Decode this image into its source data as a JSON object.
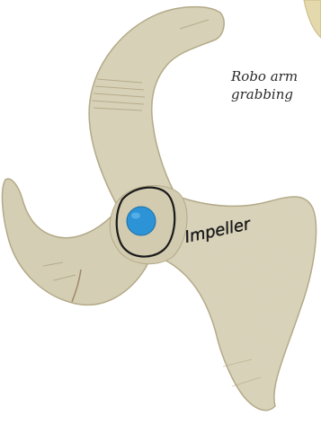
{
  "caption": {
    "line1": "Robo arm",
    "line2": "grabbing"
  },
  "impeller_label": "Impeller",
  "colors": {
    "cardboard": "#d9d3b9",
    "cardboard_shadow": "#c9c1a2",
    "cardboard_edge": "#b5ab8a",
    "hub_dot": "#2b93d6",
    "ink": "#1a1a1a",
    "corner_accent": "#e3d9ad"
  }
}
